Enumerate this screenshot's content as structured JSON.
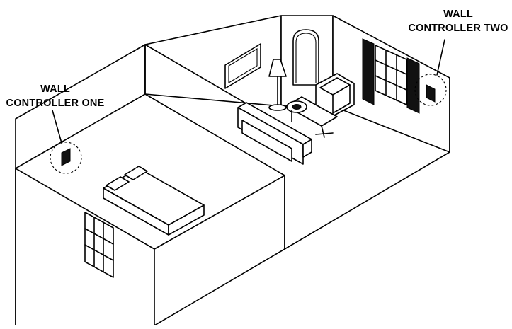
{
  "callouts": {
    "one": {
      "line1": "WALL",
      "line2": "CONTROLLER ONE"
    },
    "two": {
      "line1": "WALL",
      "line2": "CONTROLLER TWO"
    }
  },
  "icons": [
    "wall-controller-icon",
    "bed-icon",
    "window-icon",
    "sofa-icon",
    "armchair-icon",
    "floor-lamp-icon",
    "table-icon",
    "fireplace-icon",
    "picture-frame-icon"
  ],
  "colors": {
    "line": "#000000",
    "background": "#ffffff"
  }
}
